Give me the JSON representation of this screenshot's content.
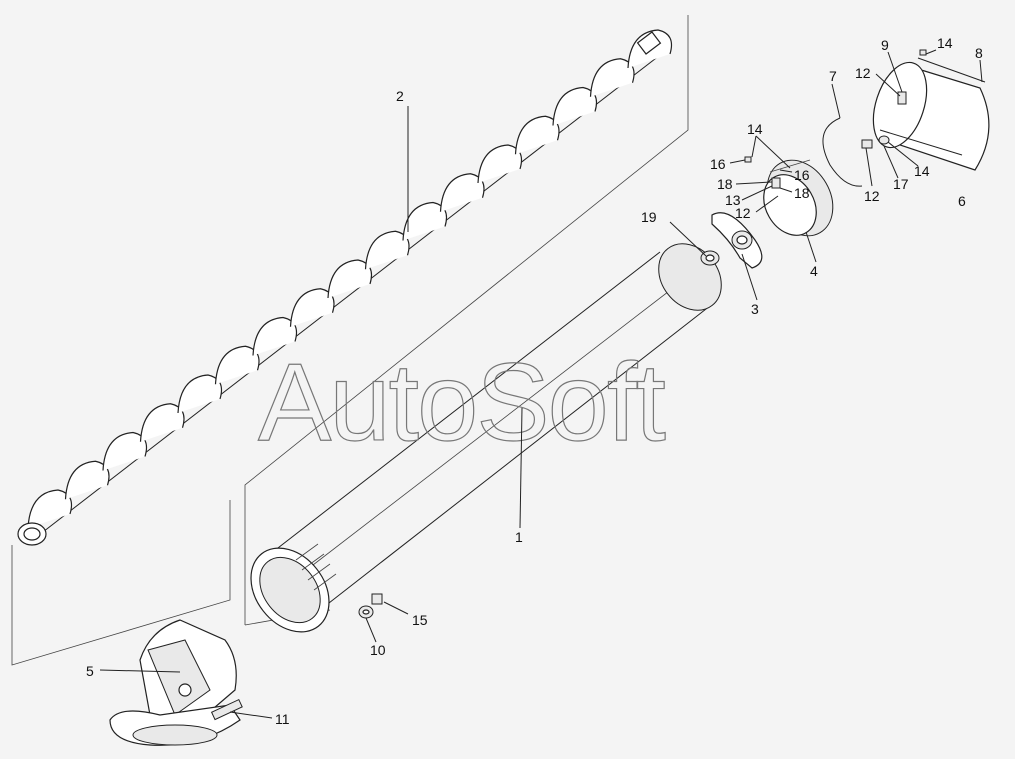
{
  "watermark": "AutoSoft",
  "labels": [
    {
      "id": "1",
      "text": "1"
    },
    {
      "id": "2",
      "text": "2"
    },
    {
      "id": "3",
      "text": "3"
    },
    {
      "id": "4",
      "text": "4"
    },
    {
      "id": "5",
      "text": "5"
    },
    {
      "id": "6",
      "text": "6"
    },
    {
      "id": "7",
      "text": "7"
    },
    {
      "id": "8",
      "text": "8"
    },
    {
      "id": "9",
      "text": "9"
    },
    {
      "id": "10",
      "text": "10"
    },
    {
      "id": "11",
      "text": "11"
    },
    {
      "id": "12a",
      "text": "12"
    },
    {
      "id": "12b",
      "text": "12"
    },
    {
      "id": "12c",
      "text": "12"
    },
    {
      "id": "13",
      "text": "13"
    },
    {
      "id": "14a",
      "text": "14"
    },
    {
      "id": "14b",
      "text": "14"
    },
    {
      "id": "14c",
      "text": "14"
    },
    {
      "id": "15",
      "text": "15"
    },
    {
      "id": "16a",
      "text": "16"
    },
    {
      "id": "16b",
      "text": "16"
    },
    {
      "id": "17",
      "text": "17"
    },
    {
      "id": "18a",
      "text": "18"
    },
    {
      "id": "18b",
      "text": "18"
    },
    {
      "id": "19",
      "text": "19"
    }
  ]
}
